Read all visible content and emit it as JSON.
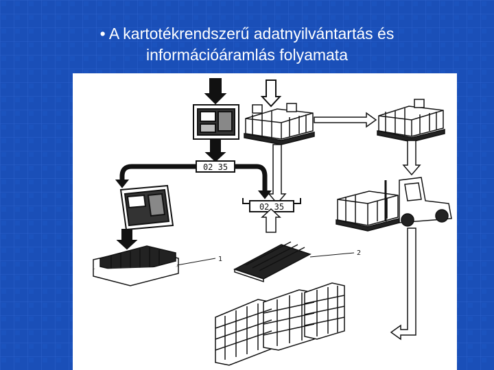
{
  "slide": {
    "bullet": "•",
    "title_line1": "A kartotékrendszerű adatnyilvántartás és",
    "title_line2": "információáramlás folyamata"
  },
  "diagram": {
    "code_tag_1": "02 35",
    "code_tag_2": "02 35",
    "callout_1": "1",
    "callout_2": "2"
  },
  "colors": {
    "background": "#1a4fb8",
    "panel": "#ffffff",
    "ink": "#111111"
  }
}
